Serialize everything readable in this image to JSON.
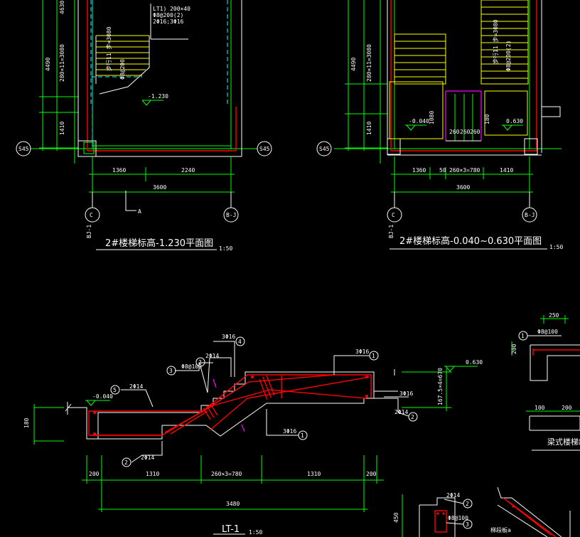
{
  "plan1": {
    "title": "2#楼梯标高-1.230平面图",
    "scale": "1:50",
    "axis_left": "S45",
    "axis_right": "S45",
    "axis_bottom_left": "C",
    "axis_bottom_right": "B-J",
    "dim_total": "3600",
    "dim_a": "1360",
    "dim_b": "2240",
    "dim_v1": "4490",
    "dim_v2": "280×11=3080",
    "dim_v3": "1410",
    "elev": "-1.230",
    "section_mark": "A",
    "note1": "LT1) 200×40",
    "note2": "Φ8@200(2)",
    "note3": "2Φ16;3Φ16",
    "stair_note": "步行11 步=3080",
    "label_bj1": "BJ-1"
  },
  "plan2": {
    "title": "2#楼梯标高-0.040~0.630平面图",
    "scale": "1:50",
    "axis_left": "S45",
    "axis_bottom_left": "C",
    "axis_bottom_right": "B-J",
    "dim_total": "3600",
    "dim_a": "1360",
    "dim_b": "260×3=780",
    "dim_c": "1410",
    "dim_d": "50",
    "dim_v1": "4490",
    "dim_v2": "280×11=3080",
    "dim_v3": "1410",
    "elev1": "-0.040",
    "elev2": "0.630",
    "step1": "260",
    "step2": "260",
    "step3": "260",
    "label_bj1": "BJ-1"
  },
  "section": {
    "title": "LT-1",
    "scale": "1:50",
    "elev_left": "-0.040",
    "elev_right": "0.630",
    "dim_bottom": [
      "200",
      "1310",
      "260×3=780",
      "1310",
      "200"
    ],
    "dim_total": "3480",
    "dim_left": "180",
    "dim_right": "167.5×4=670",
    "rebar1": "3Φ16",
    "rebar2": "2Φ14",
    "rebar3": "Φ8@100",
    "rebar4": "3Φ16",
    "rebar5": "2Φ14",
    "rebar6": "3Φ16",
    "rebar7": "2Φ14",
    "rebar8": "3Φ16",
    "circle_labels": [
      "1",
      "2",
      "3",
      "4",
      "5"
    ]
  },
  "detail": {
    "title": "梁式楼梯斜板",
    "dim_top": "250",
    "rebar": "Φ8@100",
    "circle": "1",
    "dim_side": "200",
    "dim_bottom": "100",
    "dim_bottom2": "200"
  },
  "detail2": {
    "rebar1": "2Φ14",
    "rebar2": "Φ8@100",
    "circle1": "2",
    "circle2": "3",
    "dim": "450",
    "label": "梯段板a"
  }
}
